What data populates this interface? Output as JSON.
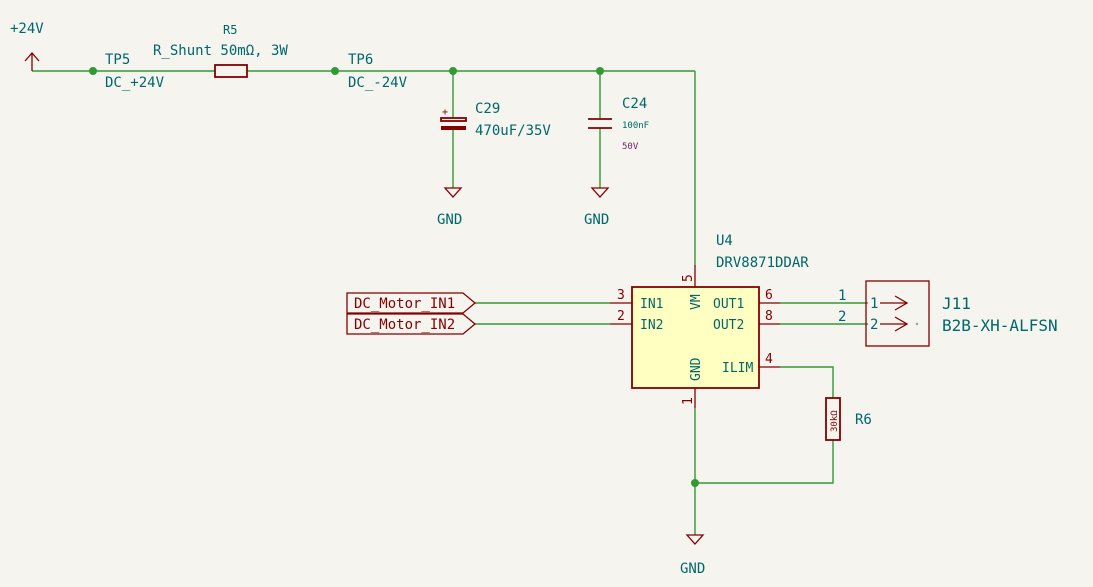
{
  "colors": {
    "background": "#f5f4ef",
    "wire": "#339933",
    "component": "#840000",
    "text": "#00676b",
    "ic_fill": "#ffffc2",
    "voltage_text": "#6a1f6a"
  },
  "power": {
    "vin_label": "+24V",
    "gnd_label": "GND"
  },
  "test_points": {
    "tp5": {
      "ref": "TP5",
      "value": "DC_+24V"
    },
    "tp6": {
      "ref": "TP6",
      "value": "DC_-24V"
    }
  },
  "r5": {
    "ref": "R5",
    "value": "R_Shunt 50mΩ, 3W"
  },
  "c29": {
    "ref": "C29",
    "value": "470uF/35V",
    "polarity": "+"
  },
  "c24": {
    "ref": "C24",
    "value": "100nF",
    "voltage": "50V"
  },
  "u4": {
    "ref": "U4",
    "value": "DRV8871DDAR",
    "pins": {
      "vm": {
        "num": "5",
        "name": "VM"
      },
      "in1": {
        "num": "3",
        "name": "IN1"
      },
      "in2": {
        "num": "2",
        "name": "IN2"
      },
      "out1": {
        "num": "6",
        "name": "OUT1"
      },
      "out2": {
        "num": "8",
        "name": "OUT2"
      },
      "ilim": {
        "num": "4",
        "name": "ILIM"
      },
      "gnd": {
        "num": "1",
        "name": "GND"
      }
    }
  },
  "labels": {
    "in1": "DC_Motor_IN1",
    "in2": "DC_Motor_IN2"
  },
  "r6": {
    "ref": "R6",
    "value": "30kΩ"
  },
  "j11": {
    "ref": "J11",
    "value": "B2B-XH-ALFSN",
    "pin1": "1",
    "pin2": "2",
    "net1": "1",
    "net2": "2"
  }
}
